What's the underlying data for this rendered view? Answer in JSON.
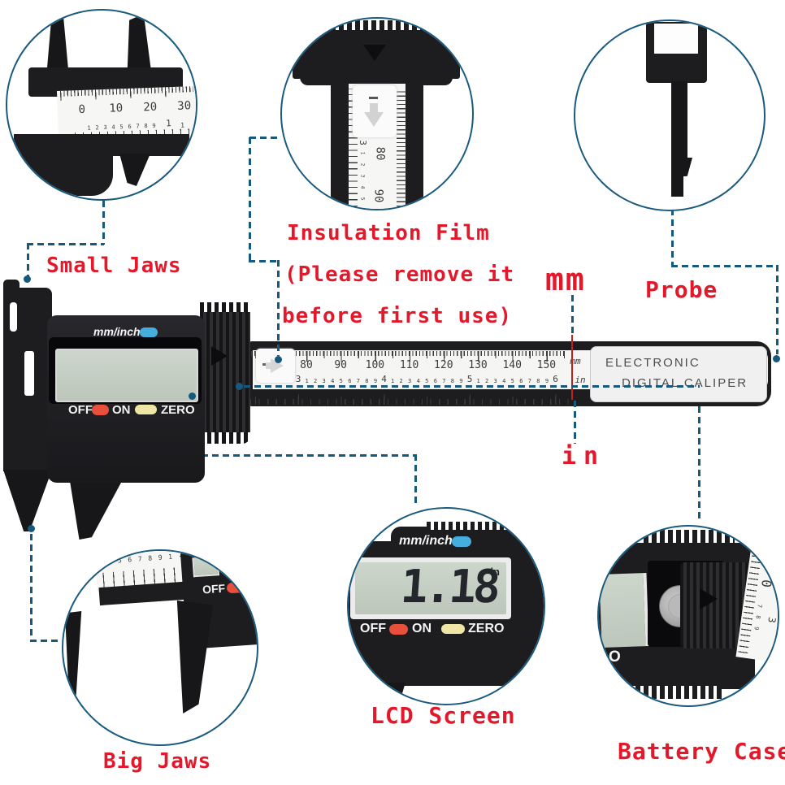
{
  "colors": {
    "accent_dash": "#17587d",
    "circle_stroke": "#1a5a7e",
    "red_label": "#e3192b",
    "button_blue": "#45aede",
    "button_red": "#e8503c",
    "button_yellow": "#efe6a6",
    "lcd_green": "#c9d2c6",
    "body_black": "#1d1d20"
  },
  "labels": {
    "small_jaws": "Small Jaws",
    "insulation_1": "Insulation Film",
    "insulation_2": "(Please remove it",
    "insulation_3": "before first use)",
    "mm": "mm",
    "probe": "Probe",
    "in": "in",
    "lcd_screen": "LCD Screen",
    "big_jaws": "Big Jaws",
    "battery_case": "Battery Case"
  },
  "caliper": {
    "mode_label": "mm/inch",
    "off": "OFF",
    "on": "ON",
    "zero": "ZERO",
    "brand_line1": "ELECTRONIC",
    "brand_line2": "DIGITAL CALIPER",
    "ruler": {
      "mm_numbers": [
        "80",
        "90",
        "100",
        "110",
        "120",
        "130",
        "140",
        "150"
      ],
      "mm_unit": "mm",
      "inch_numbers": [
        "3",
        "4",
        "5",
        "6"
      ],
      "inch_unit": "in",
      "inch_minor": [
        "1",
        "2",
        "3",
        "4",
        "5",
        "6",
        "7",
        "8",
        "9"
      ]
    }
  },
  "detail_small_jaws": {
    "mm_numbers": [
      "0",
      "10",
      "20",
      "30"
    ],
    "minor_digits": [
      "1",
      "2",
      "3",
      "4",
      "5",
      "6",
      "7",
      "8",
      "9"
    ],
    "inch_one_a": "1",
    "inch_one_b": "1"
  },
  "detail_insulation": {
    "mm_numbers": [
      "80",
      "90"
    ],
    "inch_number": "3",
    "minor_digits": [
      "1",
      "2",
      "3",
      "4",
      "5"
    ]
  },
  "detail_big_jaws": {
    "minor_digits": [
      "5",
      "6",
      "7",
      "8",
      "9",
      "1"
    ],
    "inch_number": "1",
    "off": "OFF"
  },
  "detail_lcd": {
    "mode_label": "mm/inch",
    "reading": "1.18",
    "unit": "in",
    "off": "OFF",
    "on": "ON",
    "zero": "ZERO"
  },
  "detail_battery": {
    "zero_fragment": "O",
    "num_0": "0",
    "num_3": "3",
    "minor_digits": [
      "7",
      "8",
      "9"
    ]
  }
}
